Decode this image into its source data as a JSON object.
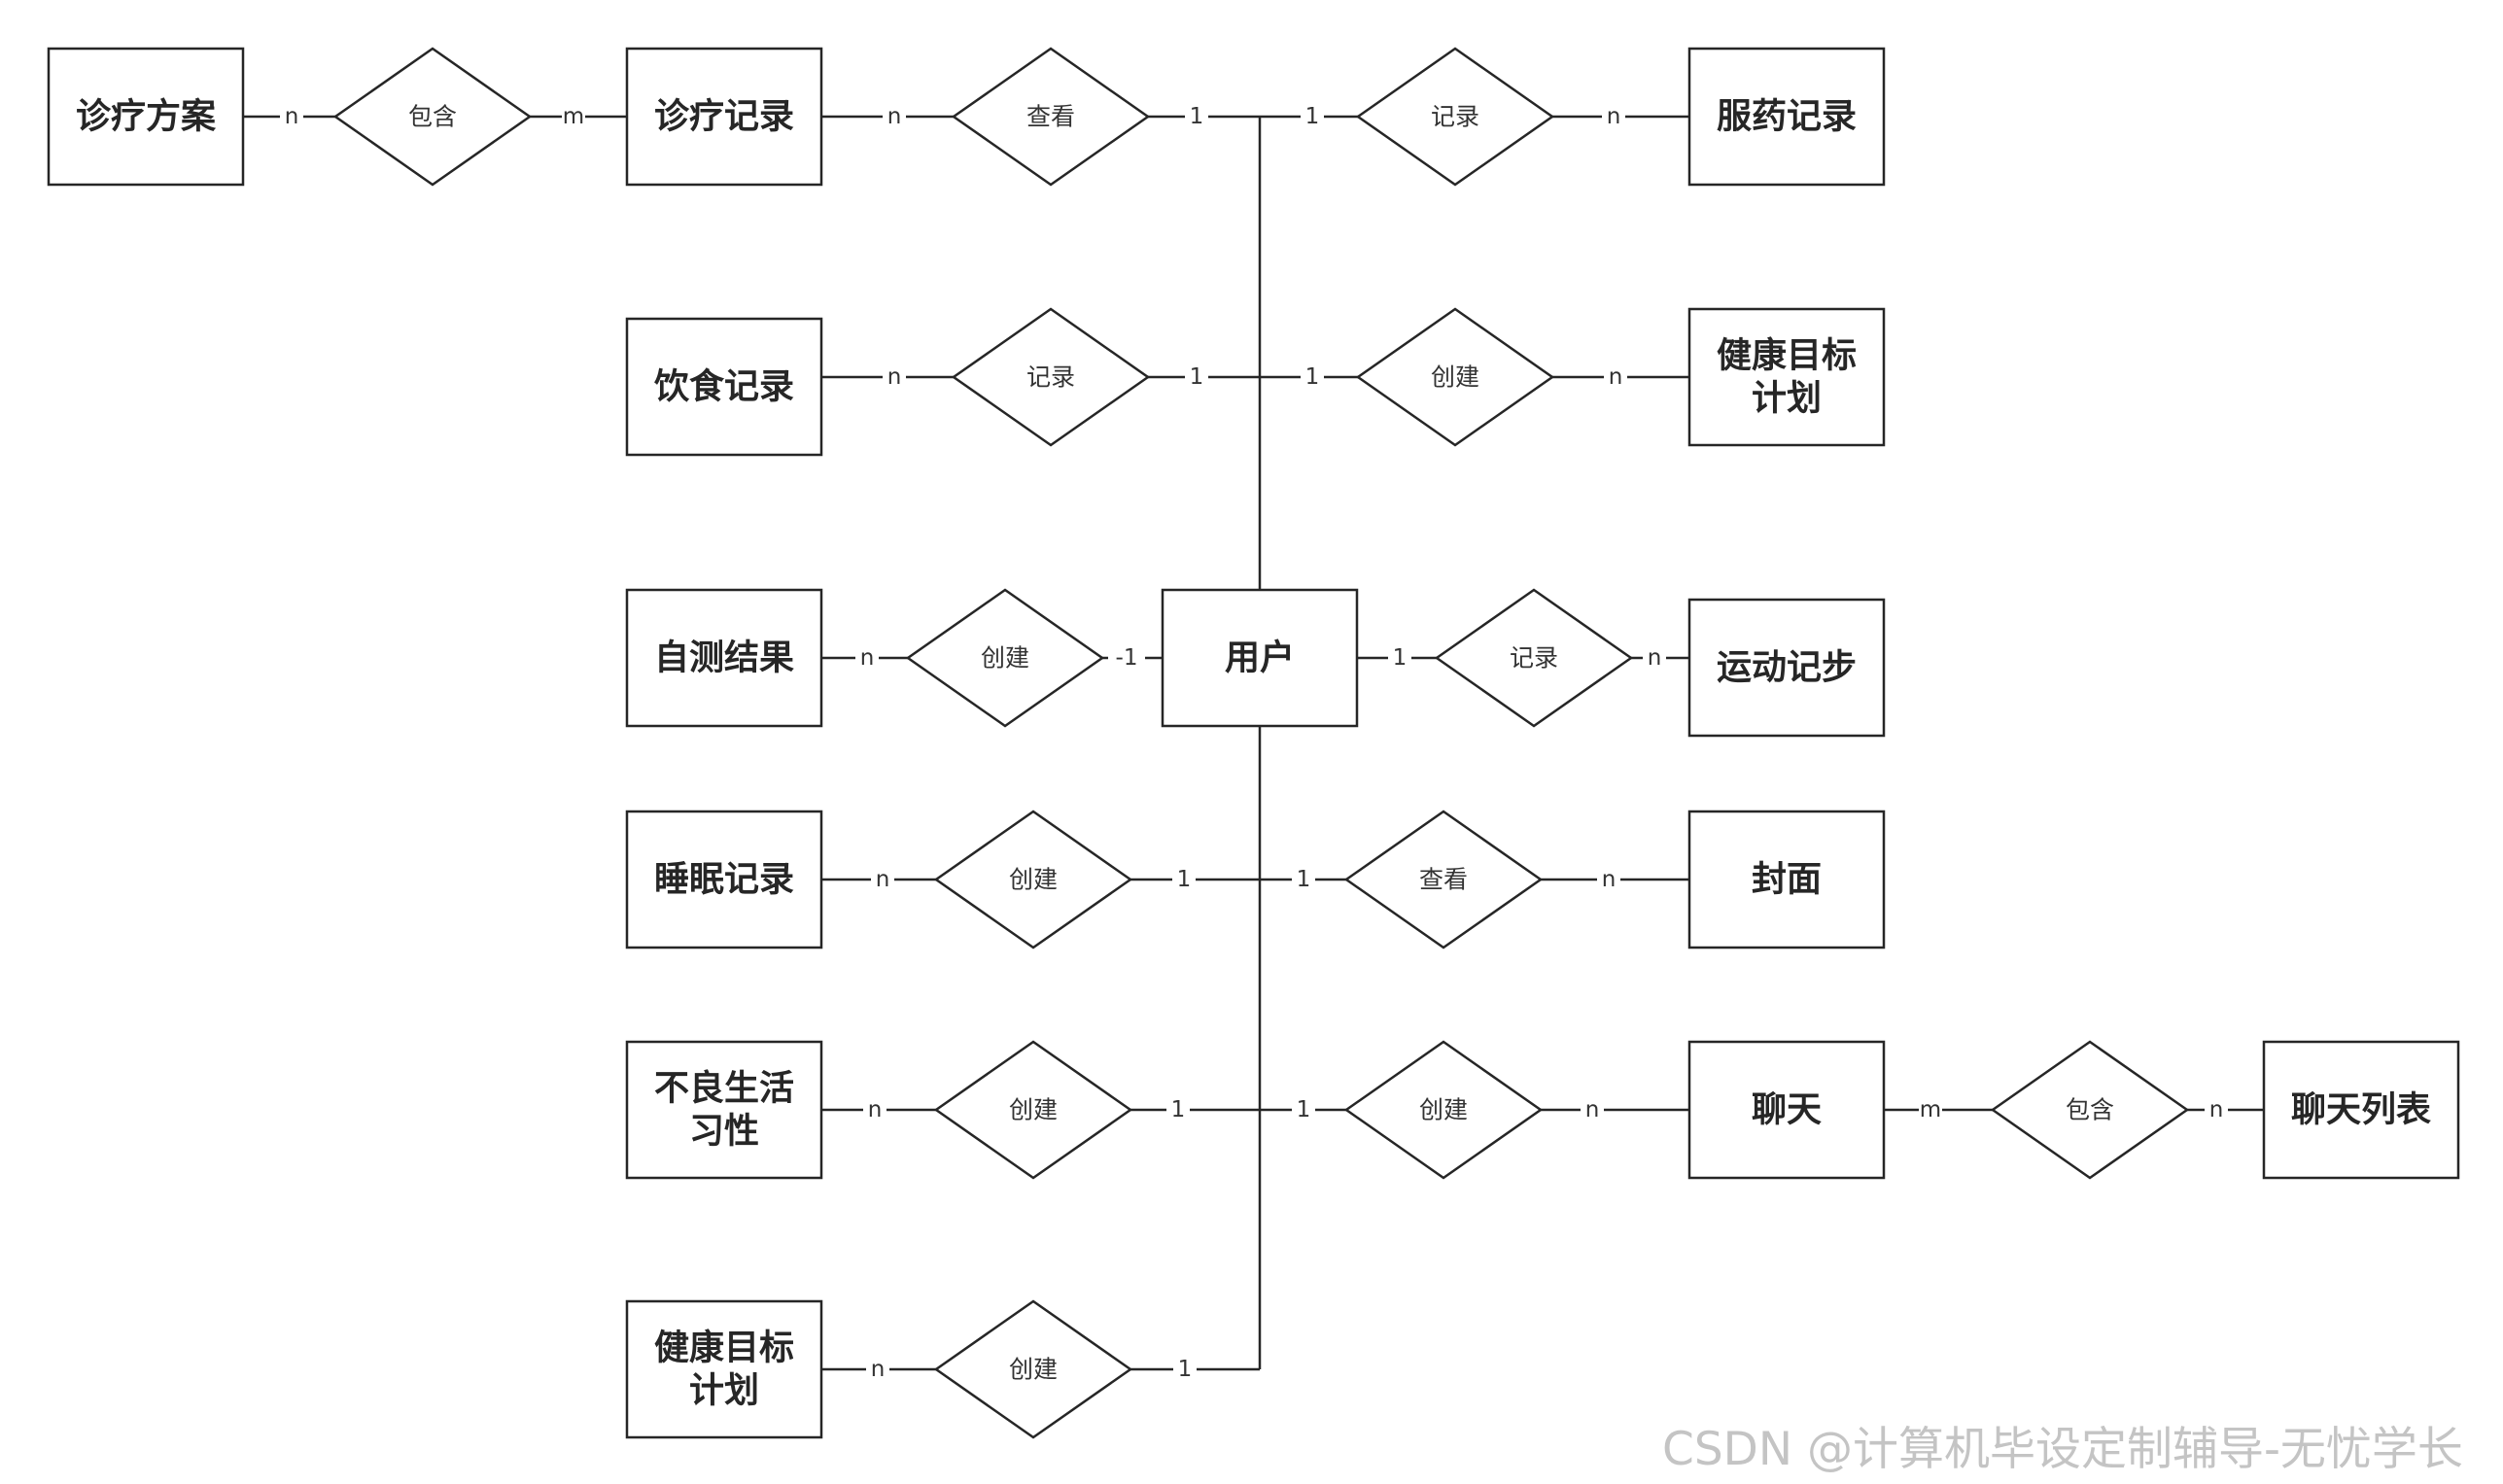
{
  "diagram": {
    "entities": [
      {
        "id": "treatment_plan",
        "lines": [
          "诊疗方案"
        ]
      },
      {
        "id": "treatment_record",
        "lines": [
          "诊疗记录"
        ]
      },
      {
        "id": "medication_record",
        "lines": [
          "服药记录"
        ]
      },
      {
        "id": "diet_record",
        "lines": [
          "饮食记录"
        ]
      },
      {
        "id": "health_goal_right",
        "lines": [
          "健康目标",
          "计划"
        ]
      },
      {
        "id": "self_test",
        "lines": [
          "自测结果"
        ]
      },
      {
        "id": "user",
        "lines": [
          "用户"
        ]
      },
      {
        "id": "exercise_steps",
        "lines": [
          "运动记步"
        ]
      },
      {
        "id": "sleep_record",
        "lines": [
          "睡眠记录"
        ]
      },
      {
        "id": "cover",
        "lines": [
          "封面"
        ]
      },
      {
        "id": "bad_habits",
        "lines": [
          "不良生活",
          "习性"
        ]
      },
      {
        "id": "chat",
        "lines": [
          "聊天"
        ]
      },
      {
        "id": "chat_list",
        "lines": [
          "聊天列表"
        ]
      },
      {
        "id": "health_goal_left",
        "lines": [
          "健康目标",
          "计划"
        ]
      }
    ],
    "relationships": [
      {
        "id": "r_contains_1",
        "label": "包含"
      },
      {
        "id": "r_view_1",
        "label": "查看"
      },
      {
        "id": "r_record_1",
        "label": "记录"
      },
      {
        "id": "r_record_2",
        "label": "记录"
      },
      {
        "id": "r_create_1",
        "label": "创建"
      },
      {
        "id": "r_create_2",
        "label": "创建"
      },
      {
        "id": "r_record_3",
        "label": "记录"
      },
      {
        "id": "r_create_3",
        "label": "创建"
      },
      {
        "id": "r_view_2",
        "label": "查看"
      },
      {
        "id": "r_create_4",
        "label": "创建"
      },
      {
        "id": "r_create_5",
        "label": "创建"
      },
      {
        "id": "r_contains_2",
        "label": "包含"
      },
      {
        "id": "r_create_6",
        "label": "创建"
      }
    ],
    "cardinalities": [
      {
        "id": "c1",
        "text": "n"
      },
      {
        "id": "c2",
        "text": "m"
      },
      {
        "id": "c3",
        "text": "n"
      },
      {
        "id": "c4",
        "text": "1"
      },
      {
        "id": "c5",
        "text": "1"
      },
      {
        "id": "c6",
        "text": "n"
      },
      {
        "id": "c7",
        "text": "n"
      },
      {
        "id": "c8",
        "text": "1"
      },
      {
        "id": "c9",
        "text": "1"
      },
      {
        "id": "c10",
        "text": "n"
      },
      {
        "id": "c11",
        "text": "n"
      },
      {
        "id": "c12",
        "text": "-1"
      },
      {
        "id": "c13",
        "text": "1"
      },
      {
        "id": "c14",
        "text": "n"
      },
      {
        "id": "c15",
        "text": "n"
      },
      {
        "id": "c16",
        "text": "1"
      },
      {
        "id": "c17",
        "text": "1"
      },
      {
        "id": "c18",
        "text": "n"
      },
      {
        "id": "c19",
        "text": "n"
      },
      {
        "id": "c20",
        "text": "1"
      },
      {
        "id": "c21",
        "text": "1"
      },
      {
        "id": "c22",
        "text": "n"
      },
      {
        "id": "c23",
        "text": "m"
      },
      {
        "id": "c24",
        "text": "n"
      },
      {
        "id": "c25",
        "text": "n"
      },
      {
        "id": "c26",
        "text": "1"
      }
    ]
  },
  "watermark": "CSDN @计算机毕设定制辅导-无忧学长"
}
